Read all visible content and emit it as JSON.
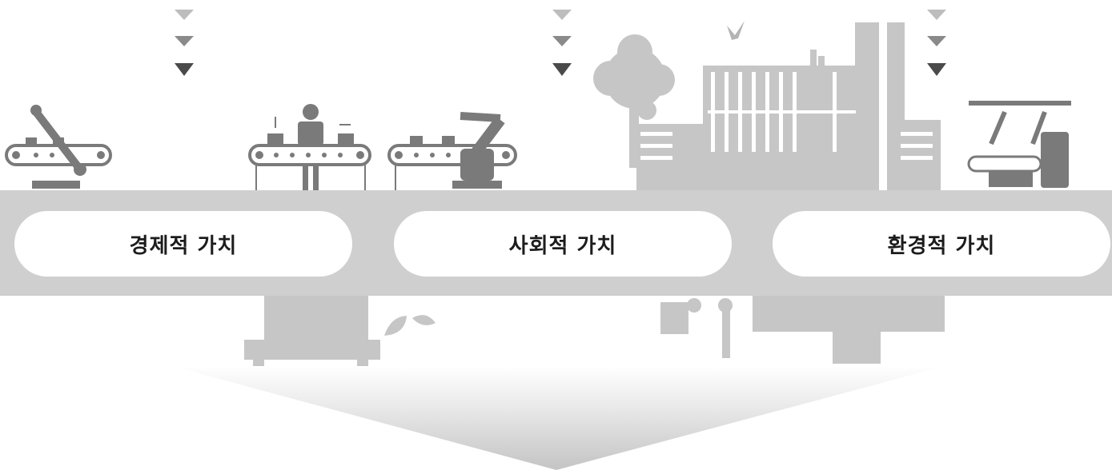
{
  "values": [
    {
      "label": "경제적 가치"
    },
    {
      "label": "사회적 가치"
    },
    {
      "label": "환경적 가치"
    }
  ],
  "colors": {
    "band": "#cfcfcf",
    "silhouette": "#c6c6c6",
    "icon_dark": "#7a7a7a",
    "arrow_top": "#bdbdbd",
    "arrow_mid": "#8a8a8a",
    "arrow_bottom": "#4a4a4a"
  },
  "icons": [
    "robot-arm-conveyor-icon",
    "worker-conveyor-icon",
    "robot-conveyor-icon",
    "tree-icon",
    "factory-icon",
    "bird-icon",
    "automated-line-icon",
    "leaf-icon",
    "machine-icon",
    "down-arrow-icon"
  ]
}
